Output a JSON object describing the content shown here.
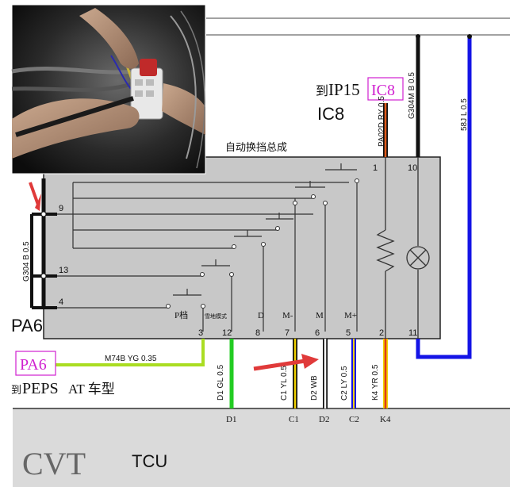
{
  "connectors": {
    "ip15_prefix": "到",
    "ip15_name": "IP15",
    "ic8_badge": "IC8",
    "ic8_label": "IC8",
    "pa6_badge": "PA6",
    "pa6_label": "PA6",
    "peps_prefix": "到",
    "peps_name": "PEPS",
    "at_model": "AT 车型"
  },
  "module": {
    "title": "自动换挡总成",
    "switch_p_label": "P档",
    "switch_mode_label": "雪地模式",
    "switch_d_label": "D",
    "switch_m_minus_label": "M-",
    "switch_m_label": "M",
    "switch_m_plus_label": "M+",
    "pins": {
      "p3": "3",
      "p12": "12",
      "p8": "8",
      "p7": "7",
      "p6": "6",
      "p5": "5",
      "p2": "2",
      "p11": "11",
      "p1": "1",
      "p10": "10",
      "p9": "9",
      "p13": "13",
      "p4": "4"
    }
  },
  "wires": {
    "pa02d": "PA02D RY 0.5",
    "g304m": "G304M B 0.5",
    "j58": "58J L 0.5",
    "g304b": "G304 B 0.5",
    "m74b": "M74B YG 0.35",
    "d1": "D1 GL 0.5",
    "c1": "C1 YL 0.5",
    "d2": "D2 WB",
    "c2": "C2 LY 0.5",
    "k4": "K4 YR 0.5"
  },
  "tcu": {
    "pins": {
      "d1": "D1",
      "c1": "C1",
      "d2": "D2",
      "c2": "C2",
      "k4": "K4"
    },
    "cvt_label": "CVT",
    "tcu_label": "TCU"
  },
  "colors": {
    "wire_black": "#111111",
    "wire_blue": "#1414e6",
    "wire_green": "#22cc22",
    "wire_yellow_green": "#aadd22",
    "wire_yellow": "#f0d000",
    "wire_orange_red": "#e05a1a",
    "magenta_label": "#d020d0",
    "arrow_red": "#e03a3a",
    "module_fill": "#c8c8c8",
    "tcu_fill": "#dadada"
  },
  "photo": {
    "icon": "wiring-connector-photo"
  }
}
